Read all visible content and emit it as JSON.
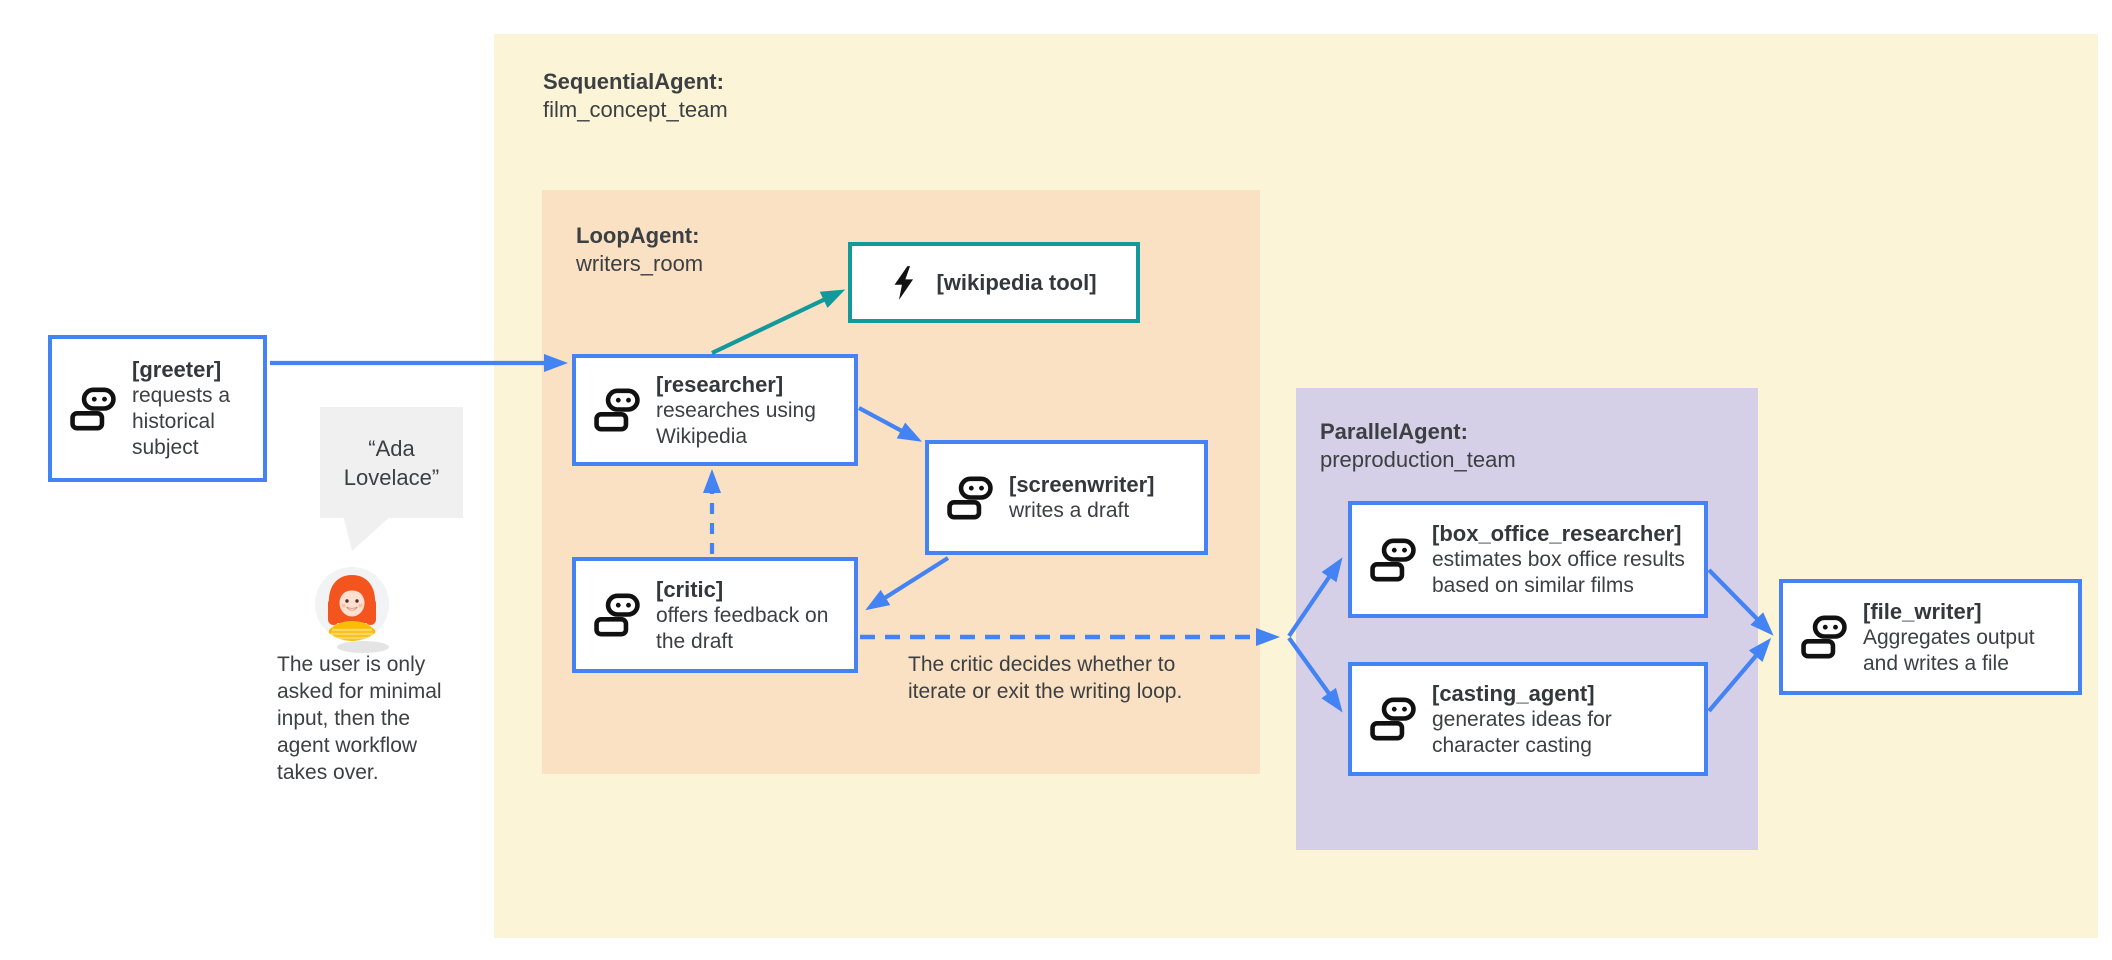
{
  "groups": {
    "sequential_agent": {
      "type": "SequentialAgent:",
      "name": "film_concept_team"
    },
    "loop_agent": {
      "type": "LoopAgent:",
      "name": "writers_room"
    },
    "parallel_agent": {
      "type": "ParallelAgent:",
      "name": "preproduction_team"
    }
  },
  "agents": {
    "greeter": {
      "title": "[greeter]",
      "description": "requests a historical subject"
    },
    "researcher": {
      "title": "[researcher]",
      "description": "researches using Wikipedia"
    },
    "screenwriter": {
      "title": "[screenwriter]",
      "description": "writes a draft"
    },
    "critic": {
      "title": "[critic]",
      "description": "offers feedback on the draft"
    },
    "box_office_researcher": {
      "title": "[box_office_researcher]",
      "description": "estimates box office results based on similar films"
    },
    "casting_agent": {
      "title": "[casting_agent]",
      "description": "generates ideas for character casting"
    },
    "file_writer": {
      "title": "[file_writer]",
      "description": "Aggregates output and writes a file"
    }
  },
  "tool": {
    "wikipedia": {
      "title": "[wikipedia tool]"
    }
  },
  "annotations": {
    "user_quote": "“Ada Lovelace”",
    "user_note": "The user is only asked for minimal input, then the agent workflow takes over.",
    "loop_note": "The critic decides whether to iterate or exit the writing loop."
  },
  "edges": [
    {
      "from": "greeter",
      "to": "researcher",
      "style": "solid",
      "color": "blue"
    },
    {
      "from": "researcher",
      "to": "wikipedia_tool",
      "style": "solid",
      "color": "teal"
    },
    {
      "from": "researcher",
      "to": "screenwriter",
      "style": "solid",
      "color": "blue"
    },
    {
      "from": "screenwriter",
      "to": "critic",
      "style": "solid",
      "color": "blue"
    },
    {
      "from": "critic",
      "to": "researcher",
      "style": "dashed",
      "color": "blue"
    },
    {
      "from": "critic",
      "to": "parallel_team_branch",
      "style": "dashed",
      "color": "blue"
    },
    {
      "from": "parallel_team_branch",
      "to": "box_office_researcher",
      "style": "solid",
      "color": "blue"
    },
    {
      "from": "parallel_team_branch",
      "to": "casting_agent",
      "style": "solid",
      "color": "blue"
    },
    {
      "from": "box_office_researcher",
      "to": "file_writer",
      "style": "solid",
      "color": "blue"
    },
    {
      "from": "casting_agent",
      "to": "file_writer",
      "style": "solid",
      "color": "blue"
    }
  ],
  "colors": {
    "sequential_bg": "#FCF4D7",
    "loop_bg": "#FAE1C3",
    "parallel_bg": "#D6CFE8",
    "agent_border": "#4483F3",
    "arrow_blue": "#4483F3",
    "tool_border": "#12999B",
    "arrow_teal": "#12999B",
    "text": "#3C4043",
    "bubble_bg": "#F0F0F0",
    "icon_black": "#111111"
  }
}
